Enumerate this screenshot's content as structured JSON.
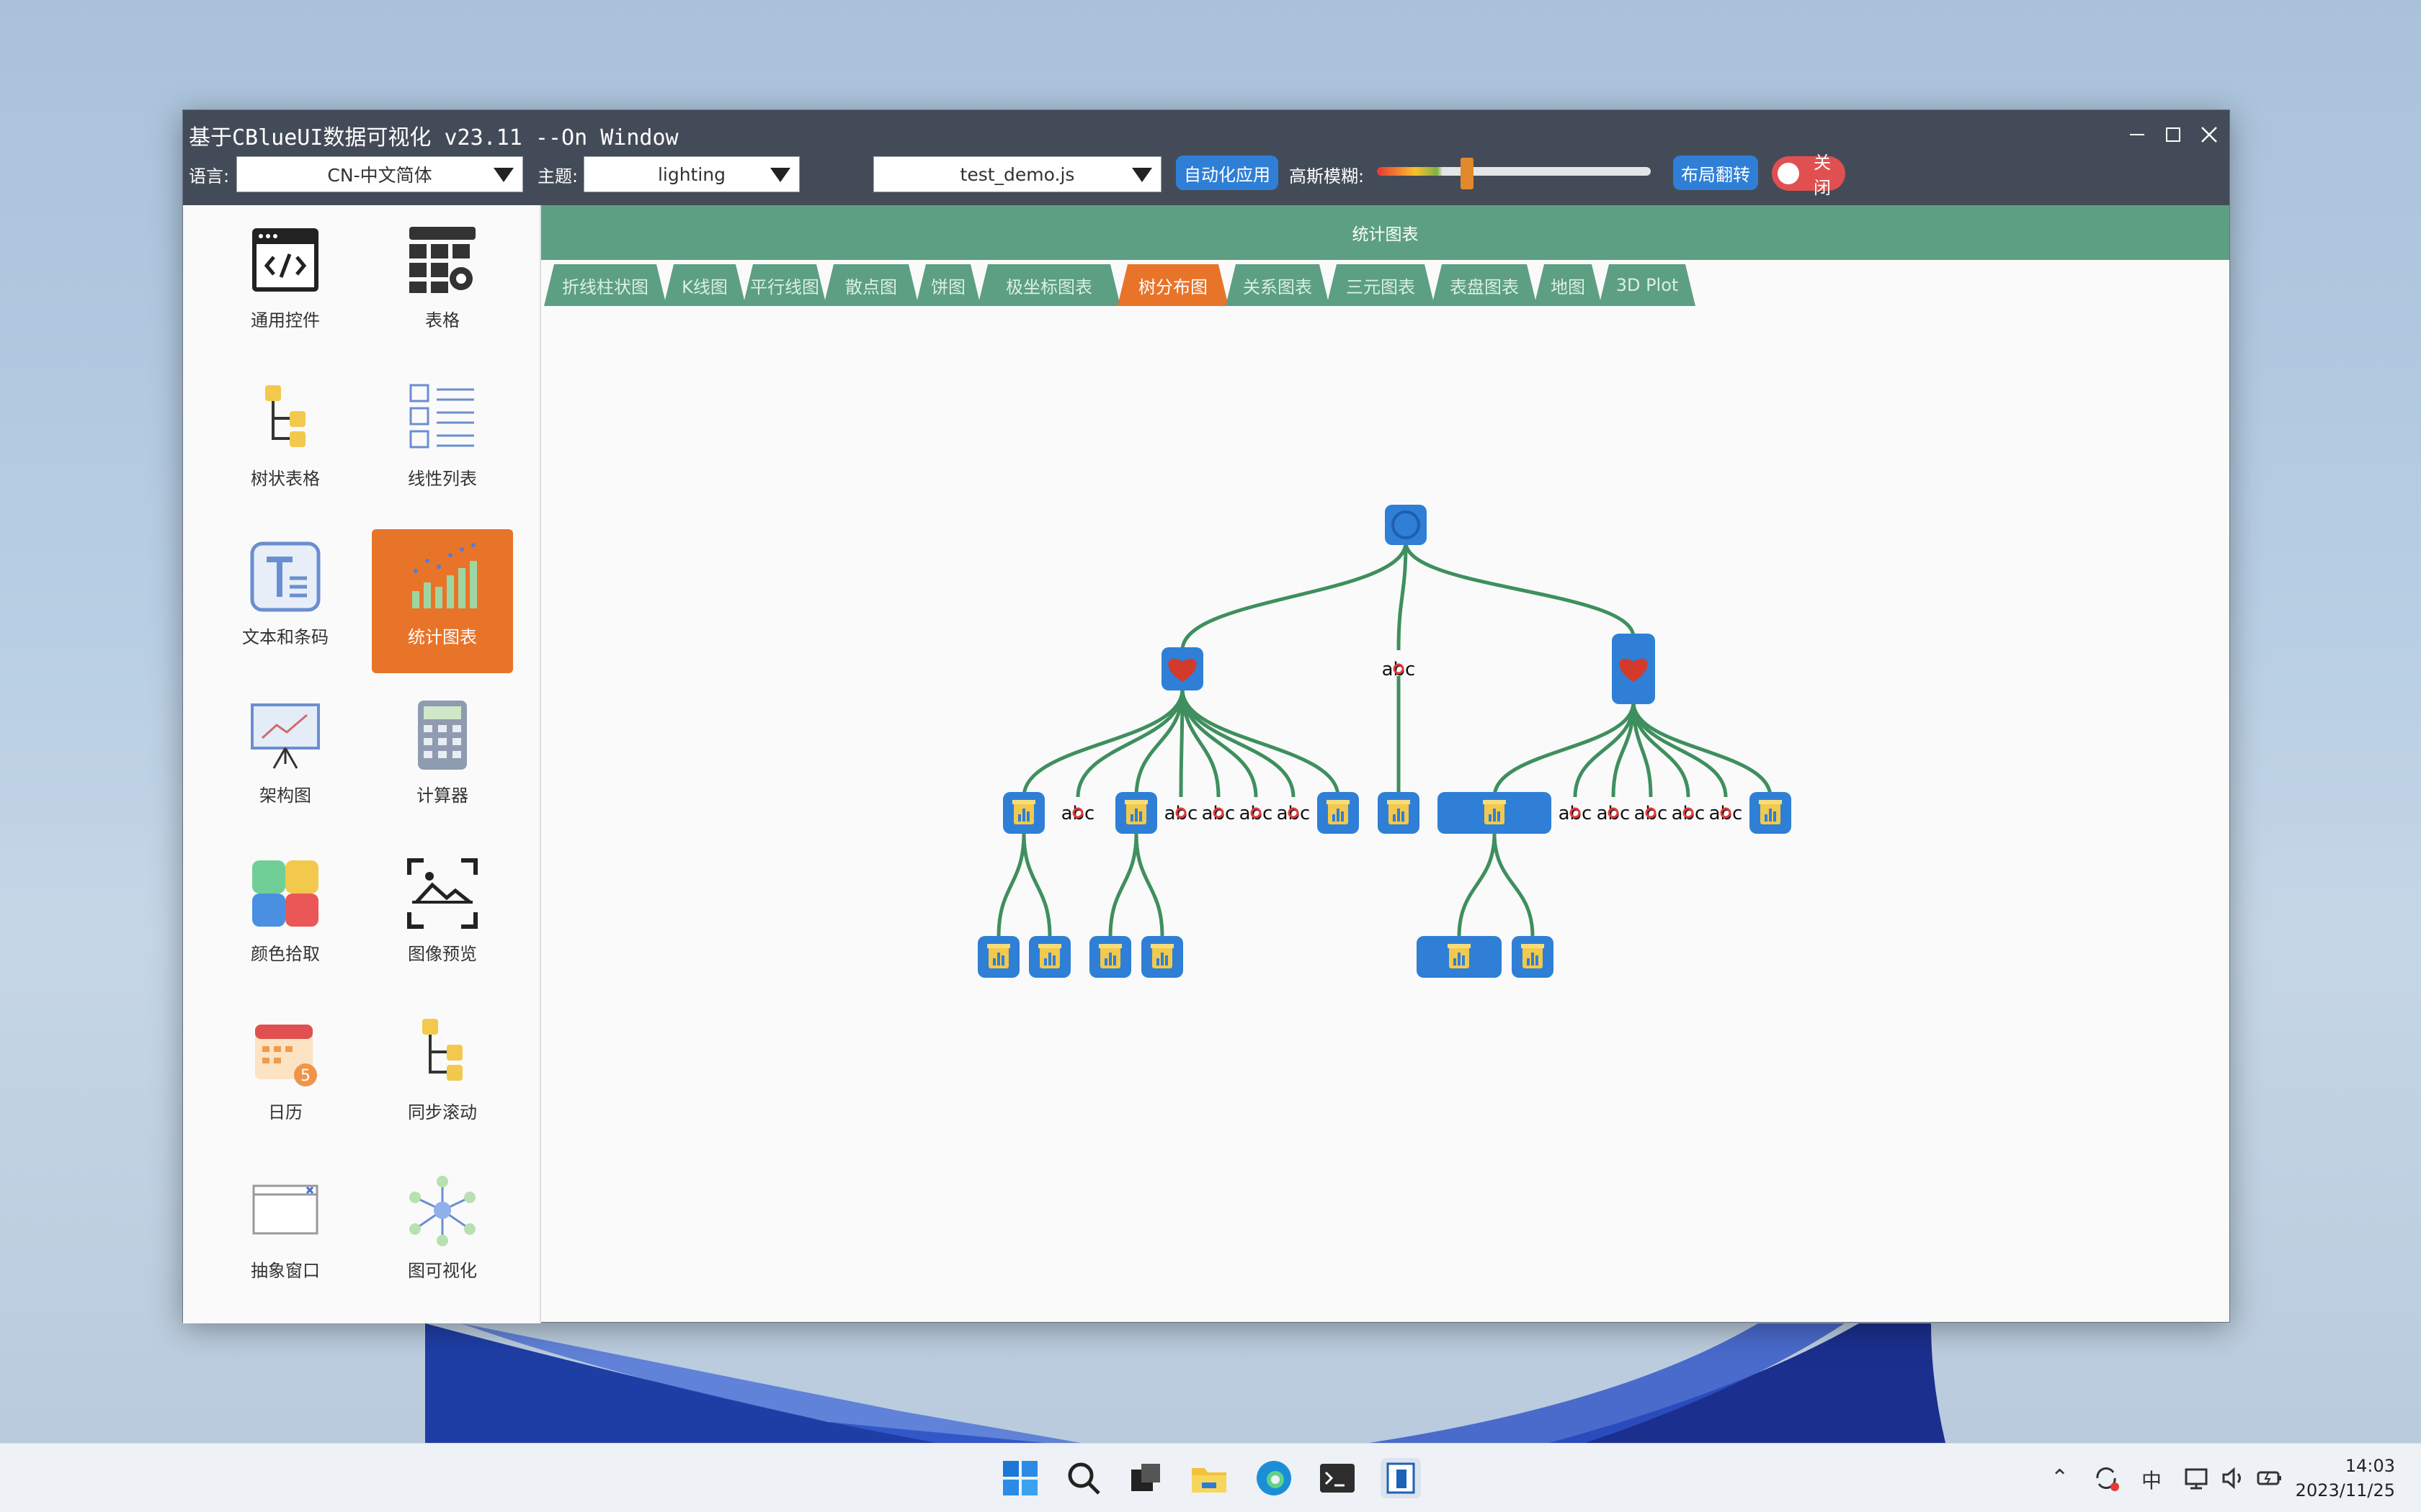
{
  "window": {
    "title": "基于CBlueUI数据可视化 v23.11 --On Window"
  },
  "toolbar": {
    "language_label": "语言:",
    "language_value": "CN-中文简体",
    "theme_label": "主题:",
    "theme_value": "lighting",
    "script_value": "test_demo.js",
    "auto_apply_button": "自动化应用",
    "gauss_label": "高斯模糊:",
    "gauss_level": 0.33,
    "layout_flip_button": "布局翻转",
    "close_toggle": "关闭"
  },
  "sidebar": {
    "items": [
      {
        "label": "通用控件",
        "icon": "code-window-icon"
      },
      {
        "label": "表格",
        "icon": "table-gear-icon"
      },
      {
        "label": "树状表格",
        "icon": "tree-table-icon"
      },
      {
        "label": "线性列表",
        "icon": "linear-list-icon"
      },
      {
        "label": "文本和条码",
        "icon": "text-icon"
      },
      {
        "label": "统计图表",
        "icon": "bar-chart-icon"
      },
      {
        "label": "架构图",
        "icon": "presentation-board-icon"
      },
      {
        "label": "计算器",
        "icon": "calculator-icon"
      },
      {
        "label": "颜色拾取",
        "icon": "color-picker-icon"
      },
      {
        "label": "图像预览",
        "icon": "image-scan-icon"
      },
      {
        "label": "日历",
        "icon": "calendar-icon"
      },
      {
        "label": "同步滚动",
        "icon": "sync-scroll-icon"
      },
      {
        "label": "抽象窗口",
        "icon": "abstract-window-icon"
      },
      {
        "label": "图可视化",
        "icon": "graph-network-icon"
      }
    ],
    "active_index": 5
  },
  "main": {
    "banner": "统计图表",
    "tabs": [
      "折线柱状图",
      "K线图",
      "平行线图",
      "散点图",
      "饼图",
      "极坐标图表",
      "树分布图",
      "关系图表",
      "三元图表",
      "表盘图表",
      "地图",
      "3D Plot"
    ],
    "active_tab": 6,
    "tree_text_label": "abc"
  },
  "taskbar": {
    "time": "14:03",
    "date": "2023/11/25",
    "ime": "中"
  },
  "colors": {
    "title_bar": "#444b58",
    "accent_green": "#5d9f82",
    "accent_orange": "#e8742a",
    "node_blue": "#2f7fd6",
    "edge_green": "#3f8f5e"
  }
}
